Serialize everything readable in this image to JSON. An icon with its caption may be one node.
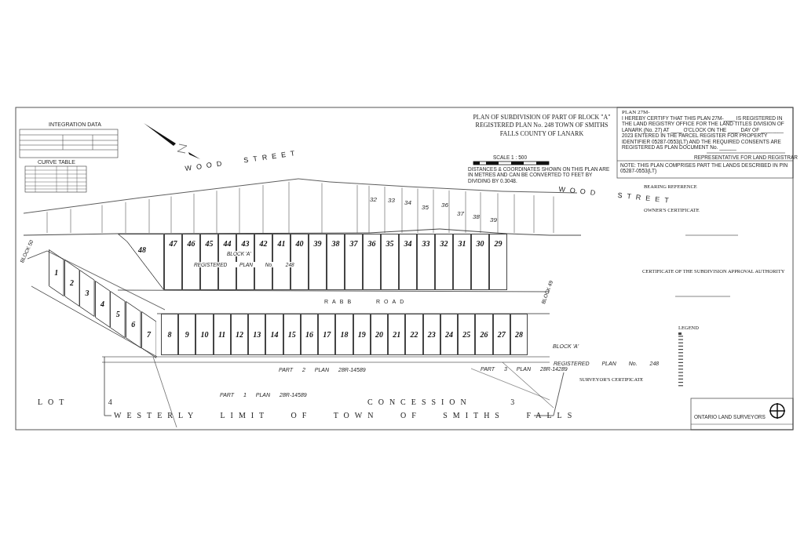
{
  "diagram": {
    "title": "PLAN OF SUBDIVISION OF PART OF BLOCK \"A\" REGISTERED PLAN No. 248 TOWN OF SMITHS FALLS COUNTY OF LANARK",
    "nodes": [
      {
        "text": [
          "1"
        ]
      },
      {
        "text": [
          "2"
        ]
      },
      {
        "text": [
          "3"
        ]
      },
      {
        "text": [
          "4"
        ]
      },
      {
        "text": [
          "5"
        ]
      },
      {
        "text": [
          "6"
        ]
      },
      {
        "text": [
          "7"
        ]
      },
      {
        "text": [
          "8"
        ]
      },
      {
        "text": [
          "9"
        ]
      },
      {
        "text": [
          "10"
        ]
      },
      {
        "text": [
          "11"
        ]
      },
      {
        "text": [
          "12"
        ]
      },
      {
        "text": [
          "13"
        ]
      },
      {
        "text": [
          "14"
        ]
      },
      {
        "text": [
          "15"
        ]
      },
      {
        "text": [
          "16"
        ]
      },
      {
        "text": [
          "17"
        ]
      },
      {
        "text": [
          "18"
        ]
      },
      {
        "text": [
          "19"
        ]
      },
      {
        "text": [
          "20"
        ]
      },
      {
        "text": [
          "21"
        ]
      },
      {
        "text": [
          "22"
        ]
      },
      {
        "text": [
          "23"
        ]
      },
      {
        "text": [
          "24"
        ]
      },
      {
        "text": [
          "25"
        ]
      },
      {
        "text": [
          "26"
        ]
      },
      {
        "text": [
          "27"
        ]
      },
      {
        "text": [
          "28"
        ]
      },
      {
        "text": [
          "29"
        ]
      },
      {
        "text": [
          "30"
        ]
      },
      {
        "text": [
          "31"
        ]
      },
      {
        "text": [
          "32"
        ]
      },
      {
        "text": [
          "33"
        ]
      },
      {
        "text": [
          "34"
        ]
      },
      {
        "text": [
          "35"
        ]
      },
      {
        "text": [
          "36"
        ]
      },
      {
        "text": [
          "37"
        ]
      },
      {
        "text": [
          "38"
        ]
      },
      {
        "text": [
          "39"
        ]
      },
      {
        "text": [
          "40"
        ]
      },
      {
        "text": [
          "41"
        ]
      },
      {
        "text": [
          "42"
        ]
      },
      {
        "text": [
          "43"
        ]
      },
      {
        "text": [
          "44"
        ]
      },
      {
        "text": [
          "45"
        ]
      },
      {
        "text": [
          "46"
        ]
      },
      {
        "text": [
          "47"
        ]
      },
      {
        "text": [
          "48"
        ]
      }
    ],
    "labels": [
      "INTEGRATION DATA",
      "CURVE TABLE",
      "WOOD STREET",
      "SCALE 1 : 500",
      "DISTANCES & COORDINATES SHOWN ON THIS PLAN ARE IN METRES AND CAN BE CONVERTED TO FEET BY DIVIDING BY 0.3048.",
      "PLAN 27M-",
      "I HEREBY CERTIFY THAT THIS PLAN 27M-____ IS REGISTERED IN THE LAND REGISTRY OFFICE FOR THE LAND TITLES DIVISION OF LANARK (No. 27) AT ____ O'CLOCK ON THE ____ DAY OF ________ 2023 ENTERED IN THE PARCEL REGISTER FOR PROPERTY IDENTIFIER 05287-0553(LT) AND THE REQUIRED CONSENTS ARE REGISTERED AS PLAN DOCUMENT No. ______",
      "REPRESENTATIVE FOR LAND REGISTRAR",
      "NOTE: THIS PLAN COMPRISES PART THE LANDS DESCRIBED IN PIN 05287-0553(LT)",
      "32",
      "33",
      "34",
      "35",
      "36",
      "37",
      "38",
      "39",
      "WOOD STREET",
      "BEARING REFERENCE",
      "OWNER'S CERTIFICATE",
      "BLOCK 50",
      "BLOCK 'A'",
      "REGISTERED PLAN No. 248",
      "BLOCK 49",
      "RABB ROAD",
      "CERTIFICATE OF THE SUBDIVISION APPROVAL AUTHORITY",
      "LEGEND",
      "BLOCK 'A'",
      "REGISTERED PLAN No. 248",
      "PART 2 PLAN 28R-14589",
      "PART 3 PLAN 28R-14289",
      "SURVEYOR'S CERTIFICATE",
      "PART 1 PLAN 28R-14589",
      "LOT 4",
      "CONCESSION 3",
      "WESTERLY LIMIT OF TOWN OF SMITHS FALLS",
      "ONTARIO LAND SURVEYORS"
    ]
  }
}
